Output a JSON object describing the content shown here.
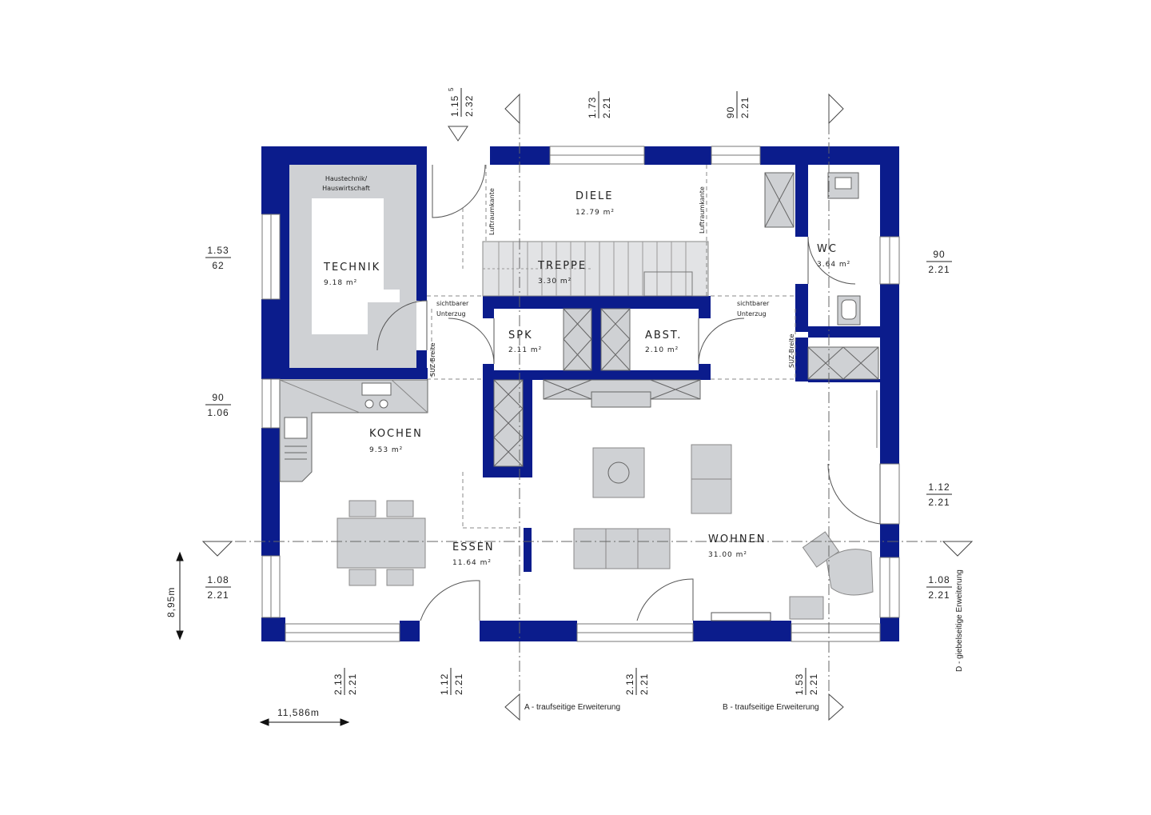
{
  "rooms": {
    "technik": {
      "name": "TECHNIK",
      "area": "9.18 m²",
      "sub1": "Haustechnik/",
      "sub2": "Hauswirtschaft"
    },
    "diele": {
      "name": "DIELE",
      "area": "12.79 m²"
    },
    "treppe": {
      "name": "TREPPE",
      "area": "3.30 m²"
    },
    "wc": {
      "name": "WC",
      "area": "3.64 m²"
    },
    "spk": {
      "name": "SPK",
      "area": "2.11 m²"
    },
    "abst": {
      "name": "ABST.",
      "area": "2.10 m²"
    },
    "kochen": {
      "name": "KOCHEN",
      "area": "9.53 m²"
    },
    "essen": {
      "name": "ESSEN",
      "area": "11.64 m²"
    },
    "wohnen": {
      "name": "WOHNEN",
      "area": "31.00 m²"
    }
  },
  "notes": {
    "luftraumkante": "Luftraumkante",
    "sichtbarer": "sichtbarer",
    "unterzug": "Unterzug",
    "suz_breite": "SUZ-Breite"
  },
  "dimensions": {
    "top1_a": "1.15",
    "top1_sup": "5",
    "top1_b": "2.32",
    "top2_a": "1.73",
    "top2_b": "2.21",
    "top3_a": "90",
    "top3_b": "2.21",
    "left1_a": "1.53",
    "left1_b": "62",
    "left2_a": "90",
    "left2_b": "1.06",
    "left3_a": "1.08",
    "left3_b": "2.21",
    "right1_a": "90",
    "right1_b": "2.21",
    "right2_a": "1.12",
    "right2_b": "2.21",
    "right3_a": "1.08",
    "right3_b": "2.21",
    "bot1_a": "2.13",
    "bot1_b": "2.21",
    "bot2_a": "1.12",
    "bot2_b": "2.21",
    "bot3_a": "2.13",
    "bot3_b": "2.21",
    "bot4_a": "1.53",
    "bot4_b": "2.21",
    "depth": "8,95m",
    "width": "11,586m"
  },
  "sections": {
    "a": "A - traufseitige Erweiterung",
    "b": "B - traufseitige Erweiterung",
    "d": "D - giebelseitige Erweiterung"
  },
  "colors": {
    "wall": "#0b1c8c",
    "fixture": "#cfd1d4",
    "line": "#555555"
  }
}
